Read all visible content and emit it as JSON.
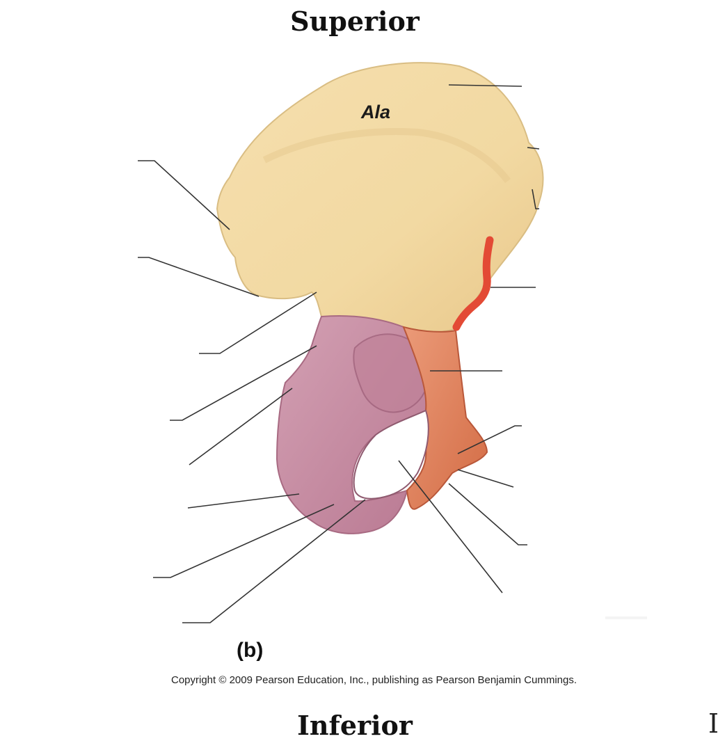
{
  "labels": {
    "top_direction": "Superior",
    "bottom_direction": "Inferior",
    "region_label": "Ala",
    "panel_label": "(b)",
    "copyright": "Copyright © 2009 Pearson Education, Inc., publishing as Pearson Benjamin Cummings.",
    "edge_glyph": "I"
  },
  "colors": {
    "ilium": "#f2d9a2",
    "ischium": "#c68aa3",
    "pubis": "#e0805c",
    "highlight_marker": "#e34a35",
    "leader_line": "#333333"
  }
}
